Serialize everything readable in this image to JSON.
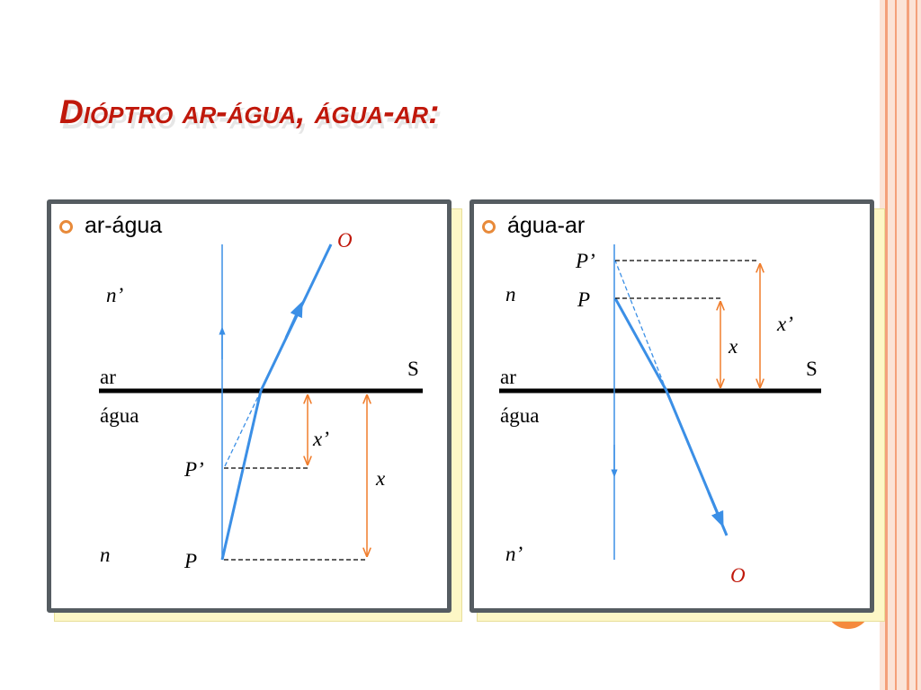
{
  "slide": {
    "title": "Dióptro ar-água, água-ar:"
  },
  "left_panel": {
    "heading": "ar-água",
    "labels": {
      "object": "O",
      "n_prime": "n’",
      "surface": "S",
      "medium_top": "ar",
      "medium_bottom": "água",
      "x_prime": "x’",
      "p_prime": "P’",
      "x": "x",
      "n": "n",
      "p": "P"
    }
  },
  "right_panel": {
    "heading": "água-ar",
    "labels": {
      "p_prime": "P’",
      "n": "n",
      "p": "P",
      "x_prime": "x’",
      "x": "x",
      "surface": "S",
      "medium_top": "ar",
      "medium_bottom": "água",
      "n_prime": "n’",
      "object": "O"
    }
  },
  "colors": {
    "title": "#c0180b",
    "ray": "#3b8fe6",
    "arrow_orange": "#f07d2c",
    "panel_border": "#555c61",
    "accent_stripe": "#f4a07a"
  }
}
